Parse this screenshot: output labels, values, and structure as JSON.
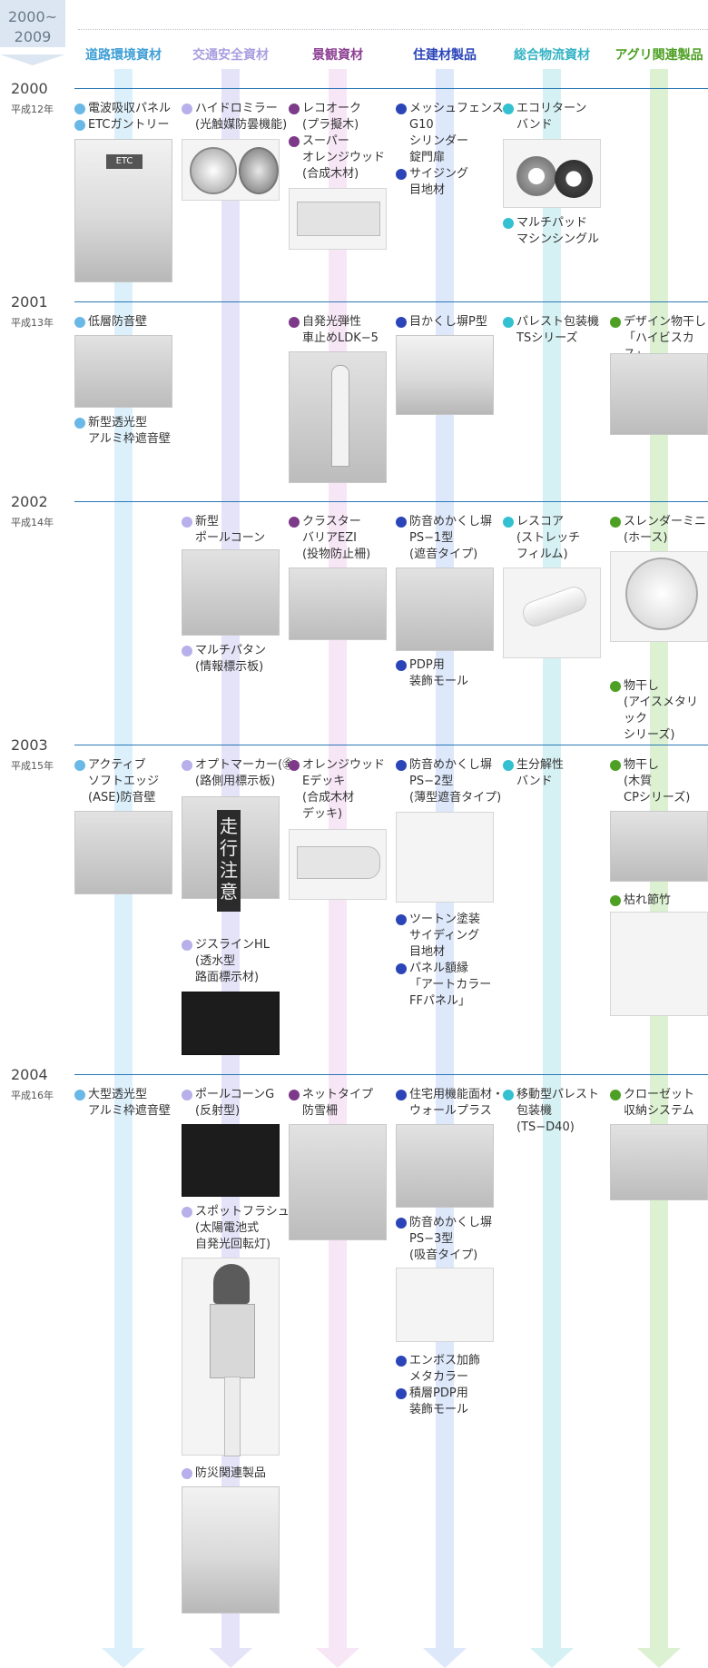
{
  "decade": {
    "line1": "2000~",
    "line2": "2009"
  },
  "colors": {
    "road": "#6ab8e6",
    "traffic": "#b7b0ea",
    "landscape": "#7d3a88",
    "housing": "#2b45b8",
    "logistics": "#33c0d0",
    "agri": "#4ea024",
    "year_line": "#2a78b5"
  },
  "categories": [
    "道路環境資材",
    "交通安全資材",
    "景観資材",
    "住建材製品",
    "総合物流資材",
    "アグリ関連製品"
  ],
  "years": [
    {
      "year": "2000",
      "era": "平成12年"
    },
    {
      "year": "2001",
      "era": "平成13年"
    },
    {
      "year": "2002",
      "era": "平成14年"
    },
    {
      "year": "2003",
      "era": "平成15年"
    },
    {
      "year": "2004",
      "era": "平成16年"
    }
  ],
  "items": {
    "y2000": {
      "road": {
        "lines": [
          "電波吸収パネル",
          "ETCガントリー"
        ],
        "photo_label": "ETC"
      },
      "traffic": {
        "lines": [
          "ハイドロミラー",
          "(光触媒防曇機能)"
        ]
      },
      "landscape": {
        "lines": [
          "レコオーク",
          "(プラ擬木)",
          "スーパー",
          "オレンジウッド",
          "(合成木材)"
        ]
      },
      "housing": {
        "lines": [
          "メッシュフェンス",
          "G10",
          "シリンダー",
          "錠門扉",
          "サイジング",
          "目地材"
        ]
      },
      "logistics": {
        "lines": [
          "エコリターン",
          "バンド",
          "マルチパッド",
          "マシンシングル"
        ]
      }
    },
    "y2001": {
      "road": {
        "lines": [
          "低層防音壁",
          "新型透光型",
          "アルミ枠遮音壁"
        ]
      },
      "landscape": {
        "lines": [
          "自発光弾性",
          "車止めLDK−5"
        ]
      },
      "housing": {
        "lines": [
          "目かくし塀P型"
        ]
      },
      "logistics": {
        "lines": [
          "パレスト包装機",
          "TSシリーズ"
        ]
      },
      "agri": {
        "lines": [
          "デザイン物干し",
          "「ハイビスカス」"
        ]
      }
    },
    "y2002": {
      "traffic": {
        "lines": [
          "新型",
          "ポールコーン",
          "マルチパタン",
          "(情報標示板)"
        ]
      },
      "landscape": {
        "lines": [
          "クラスター",
          "バリアEZI",
          "(投物防止柵)"
        ]
      },
      "housing": {
        "lines": [
          "防音めかくし塀",
          "PS−1型",
          "(遮音タイプ)",
          "PDP用",
          "装飾モール"
        ]
      },
      "logistics": {
        "lines": [
          "レスコア",
          "(ストレッチ",
          "フィルム)"
        ]
      },
      "agri": {
        "lines": [
          "スレンダーミニ",
          "(ホース)",
          "物干し",
          "(アイスメタリック",
          "シリーズ)"
        ]
      }
    },
    "y2003": {
      "road": {
        "lines": [
          "アクティブ",
          "ソフトエッジ",
          "(ASE)防音壁"
        ]
      },
      "traffic": {
        "lines": [
          "オプトマーカー(㊎",
          "(路側用標示板)",
          "ジスラインHL",
          "(透水型",
          "路面標示材)"
        ],
        "sign": "走行注意"
      },
      "landscape": {
        "lines": [
          "オレンジウッド",
          "Eデッキ",
          "(合成木材",
          "デッキ)"
        ]
      },
      "housing": {
        "lines": [
          "防音めかくし塀",
          "PS−2型",
          "(薄型遮音タイプ)",
          "ツートン塗装",
          "サイディング",
          "目地材",
          "パネル額縁",
          "「アートカラー",
          "FFパネル」"
        ]
      },
      "logistics": {
        "lines": [
          "生分解性",
          "バンド"
        ]
      },
      "agri": {
        "lines": [
          "物干し",
          "(木質",
          "CPシリーズ)",
          "枯れ節竹"
        ]
      }
    },
    "y2004": {
      "road": {
        "lines": [
          "大型透光型",
          "アルミ枠遮音壁"
        ]
      },
      "traffic": {
        "lines": [
          "ポールコーンG",
          "(反射型)",
          "スポットフラシュ",
          "(太陽電池式",
          "自発光回転灯)",
          "防災関連製品"
        ]
      },
      "landscape": {
        "lines": [
          "ネットタイプ",
          "防雪柵"
        ]
      },
      "housing": {
        "lines": [
          "住宅用機能面材・",
          "ウォールプラス",
          "防音めかくし塀",
          "PS−3型",
          "(吸音タイプ)",
          "エンボス加飾",
          "メタカラー",
          "積層PDP用",
          "装飾モール"
        ]
      },
      "logistics": {
        "lines": [
          "移動型パレスト",
          "包装機",
          "(TS−D40)"
        ]
      },
      "agri": {
        "lines": [
          "クローゼット",
          "収納システム"
        ]
      }
    }
  }
}
